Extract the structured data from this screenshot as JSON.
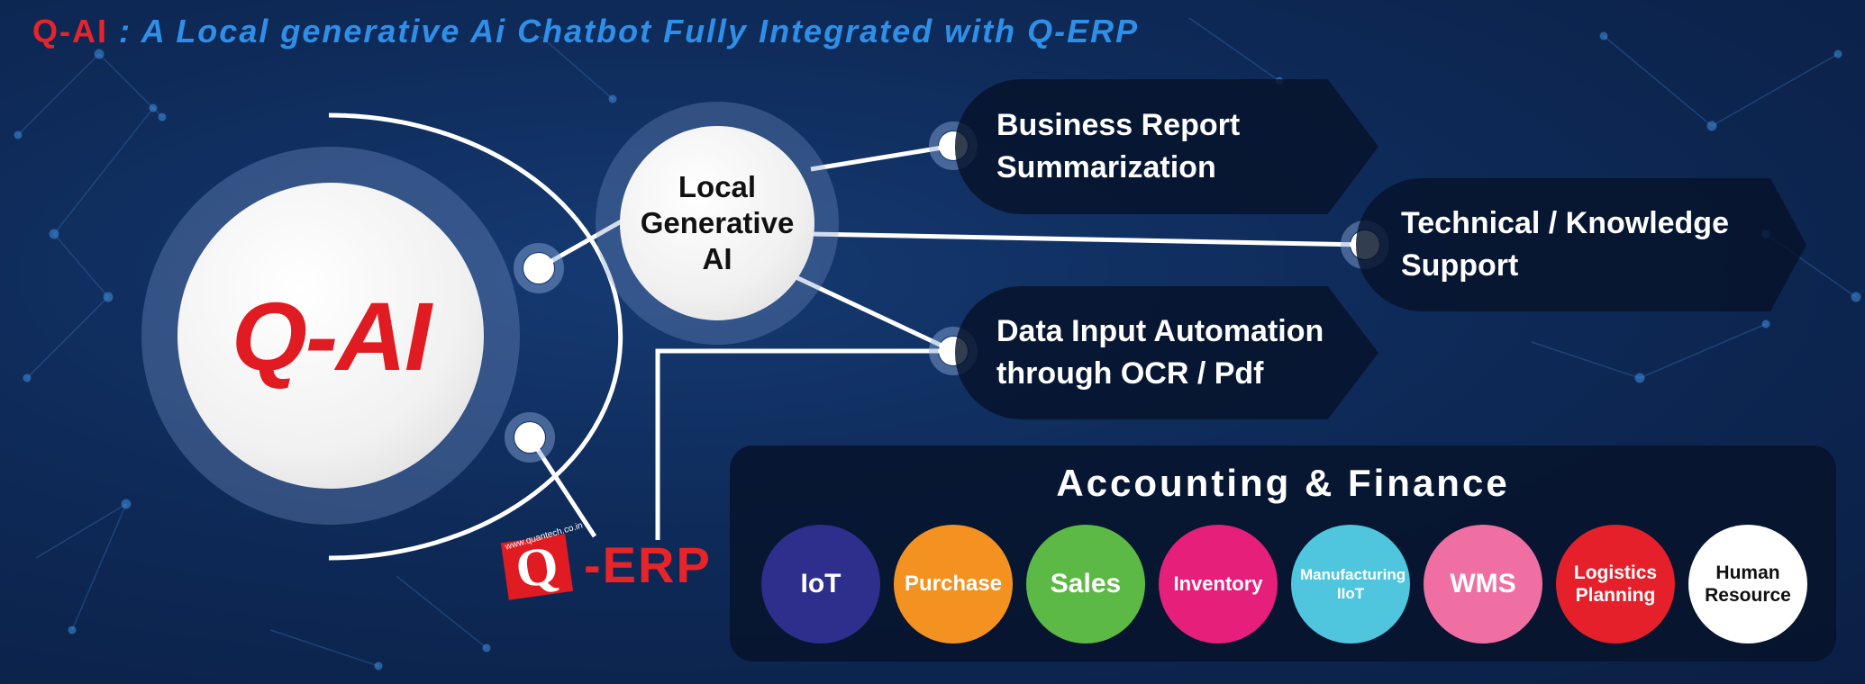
{
  "title": {
    "brand": "Q-AI",
    "subtitle": " : A Local generative Ai Chatbot Fully Integrated with Q-ERP"
  },
  "core": {
    "label": "Q-AI",
    "brand_color": "#e01b22"
  },
  "hub": {
    "label": "Local Generative AI"
  },
  "capabilities": [
    {
      "label": "Business Report Summarization"
    },
    {
      "label": "Technical / Knowledge Support"
    },
    {
      "label": "Data Input Automation through OCR / Pdf"
    }
  ],
  "erp_logo": {
    "letter": "Q",
    "text": "-ERP",
    "url": "www.quantech.co.in"
  },
  "modules": {
    "title": "Accounting & Finance",
    "items": [
      {
        "label": "IoT",
        "color": "#2e2f8c"
      },
      {
        "label": "Purchase",
        "color": "#f39220"
      },
      {
        "label": "Sales",
        "color": "#5cb946"
      },
      {
        "label": "Inventory",
        "color": "#e51f7a"
      },
      {
        "label": "Manufacturing IIoT",
        "color": "#4fc6dd"
      },
      {
        "label": "WMS",
        "color": "#ef6fa3"
      },
      {
        "label": "Logistics Planning",
        "color": "#e5202b"
      },
      {
        "label": "Human Resource",
        "color": "#ffffff"
      }
    ]
  },
  "colors": {
    "background": "#0e2a58",
    "title_accent": "#2f8fe8",
    "connector": "#ffffff"
  }
}
